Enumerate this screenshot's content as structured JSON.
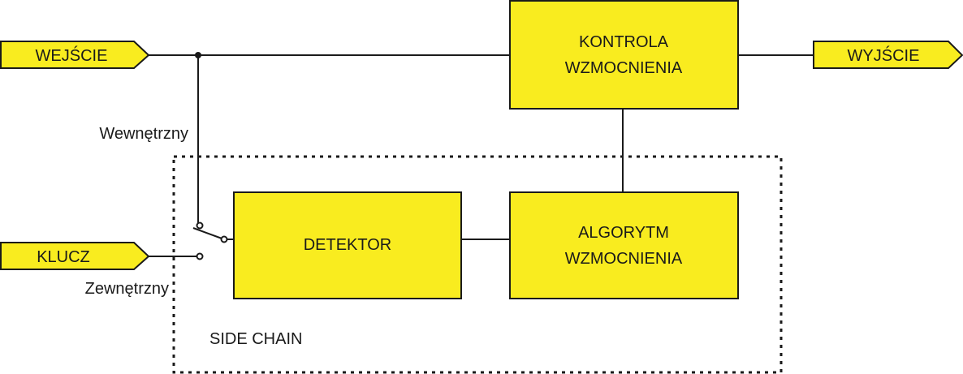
{
  "ports": {
    "input": "WEJŚCIE",
    "output": "WYJŚCIE",
    "key": "KLUCZ"
  },
  "blocks": {
    "gain_control": [
      "KONTROLA",
      "WZMOCNIENIA"
    ],
    "detector": "DETEKTOR",
    "gain_algorithm": [
      "ALGORYTM",
      "WZMOCNIENIA"
    ]
  },
  "labels": {
    "internal": "Wewnętrzny",
    "external": "Zewnętrzny",
    "side_chain": "SIDE CHAIN"
  },
  "colors": {
    "block_fill": "#f9ec1f",
    "line": "#1a1a1a"
  }
}
